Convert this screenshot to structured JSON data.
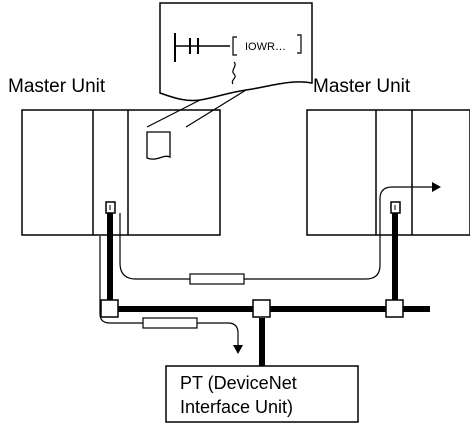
{
  "labels": {
    "left_unit": "Master Unit",
    "right_unit": "Master Unit",
    "callout_instruction": "IOWR…",
    "pt_line1": "PT (DeviceNet",
    "pt_line2": "Interface Unit)"
  },
  "colors": {
    "line": "#000000",
    "background": "#ffffff"
  }
}
